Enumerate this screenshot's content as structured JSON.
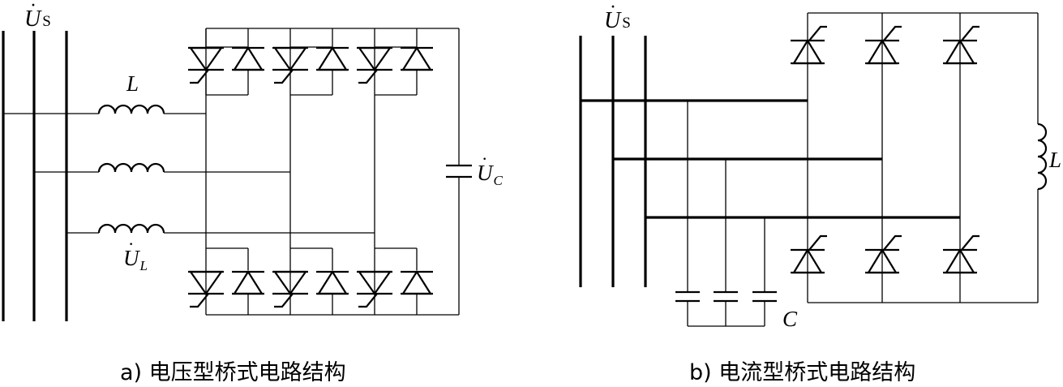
{
  "diagram_a": {
    "caption": "a) 电压型桥式电路结构",
    "source_label": "U",
    "source_sub": "S",
    "inductor_label": "L",
    "inductor_voltage_label": "U",
    "inductor_voltage_sub": "L",
    "capacitor_voltage_label": "U",
    "capacitor_voltage_sub": "C"
  },
  "diagram_b": {
    "caption": "b) 电流型桥式电路结构",
    "source_label": "U",
    "source_sub": "S",
    "inductor_label": "L",
    "capacitor_label": "C"
  }
}
